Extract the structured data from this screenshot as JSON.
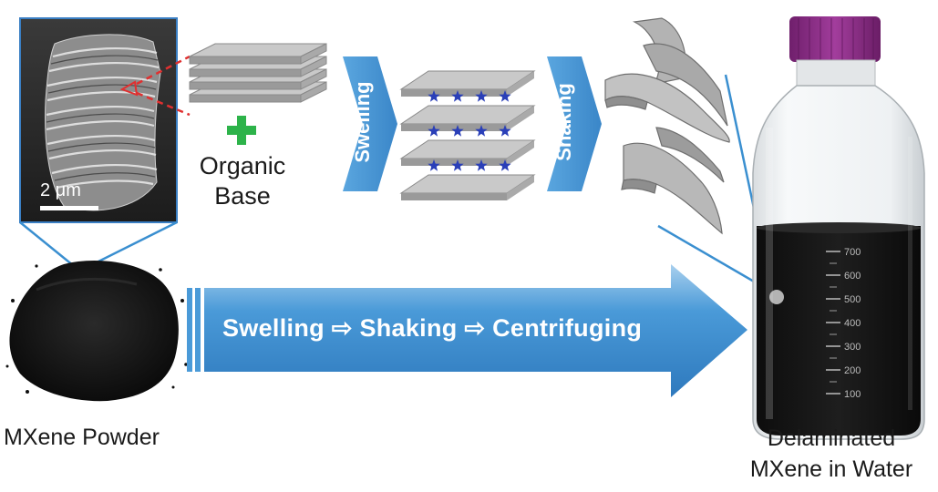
{
  "labels": {
    "mxene_powder": "MXene Powder",
    "organic_line1": "Organic",
    "organic_line2": "Base",
    "swelling_vertical": "Swelling",
    "shaking_vertical": "Shaking",
    "process_arrow": "Swelling ⇨ Shaking ⇨ Centrifuging",
    "scale_bar": "2 μm",
    "delaminated_line1": "Delaminated",
    "delaminated_line2": "MXene in Water"
  },
  "bottle_scale": [
    "700",
    "600",
    "500",
    "400",
    "300",
    "200",
    "100"
  ],
  "colors": {
    "arrow_blue": "#3a8fd0",
    "arrow_light": "#9cc8ea",
    "plus_green": "#2db34a",
    "star_blue": "#2a3fb8",
    "cap_purple": "#8b2f86",
    "sheet_gray": "#b8b8b8",
    "zoom_red": "#e03030",
    "connector_blue": "#3a8fd0"
  }
}
